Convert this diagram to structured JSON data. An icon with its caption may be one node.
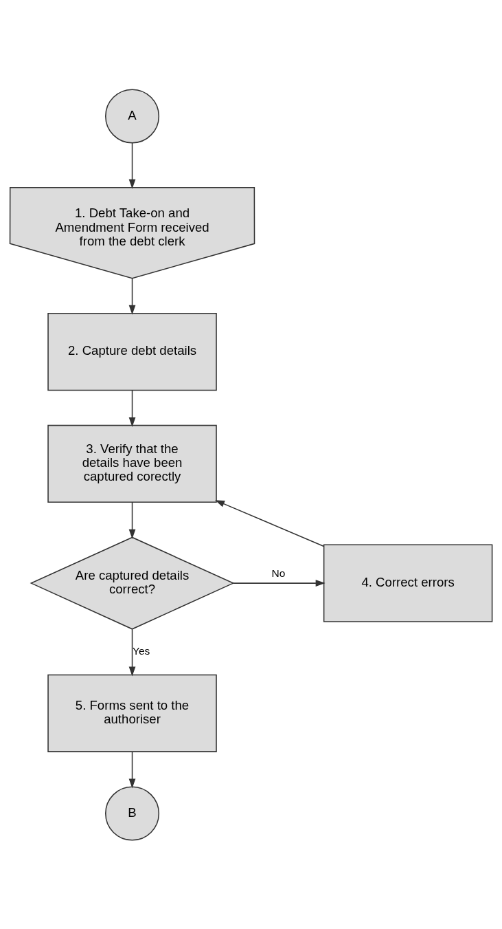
{
  "diagram": {
    "nodes": [
      {
        "text": [
          "A"
        ]
      },
      {
        "text": [
          "1. Debt Take-on and Amendment Form received from the debt clerk"
        ]
      },
      {
        "text": [
          "2. Capture debt details"
        ]
      },
      {
        "text": [
          "3. Verify that the details have been captured corectly"
        ]
      },
      {
        "text": [
          "4. Correct errors"
        ]
      },
      {
        "text": [
          "Are captured details correct?"
        ]
      },
      {
        "text": [
          "5. Forms sent to the authoriser"
        ]
      },
      {
        "text": [
          "B"
        ]
      }
    ],
    "edges": [
      {
        "from": 0,
        "to": 1,
        "arrow": "to"
      },
      {
        "from": 1,
        "to": 2,
        "arrow": "to"
      },
      {
        "from": 2,
        "to": 3,
        "arrow": "to"
      },
      {
        "from": 3,
        "to": 5,
        "arrow": "to"
      },
      {
        "from": 5,
        "to": 4,
        "arrow": "to",
        "label": "No"
      },
      {
        "from": 4,
        "to": 3,
        "arrow": "to"
      },
      {
        "from": 5,
        "to": 6,
        "arrow": "to",
        "label": "Yes"
      },
      {
        "from": 6,
        "to": 7,
        "arrow": "to"
      }
    ]
  }
}
